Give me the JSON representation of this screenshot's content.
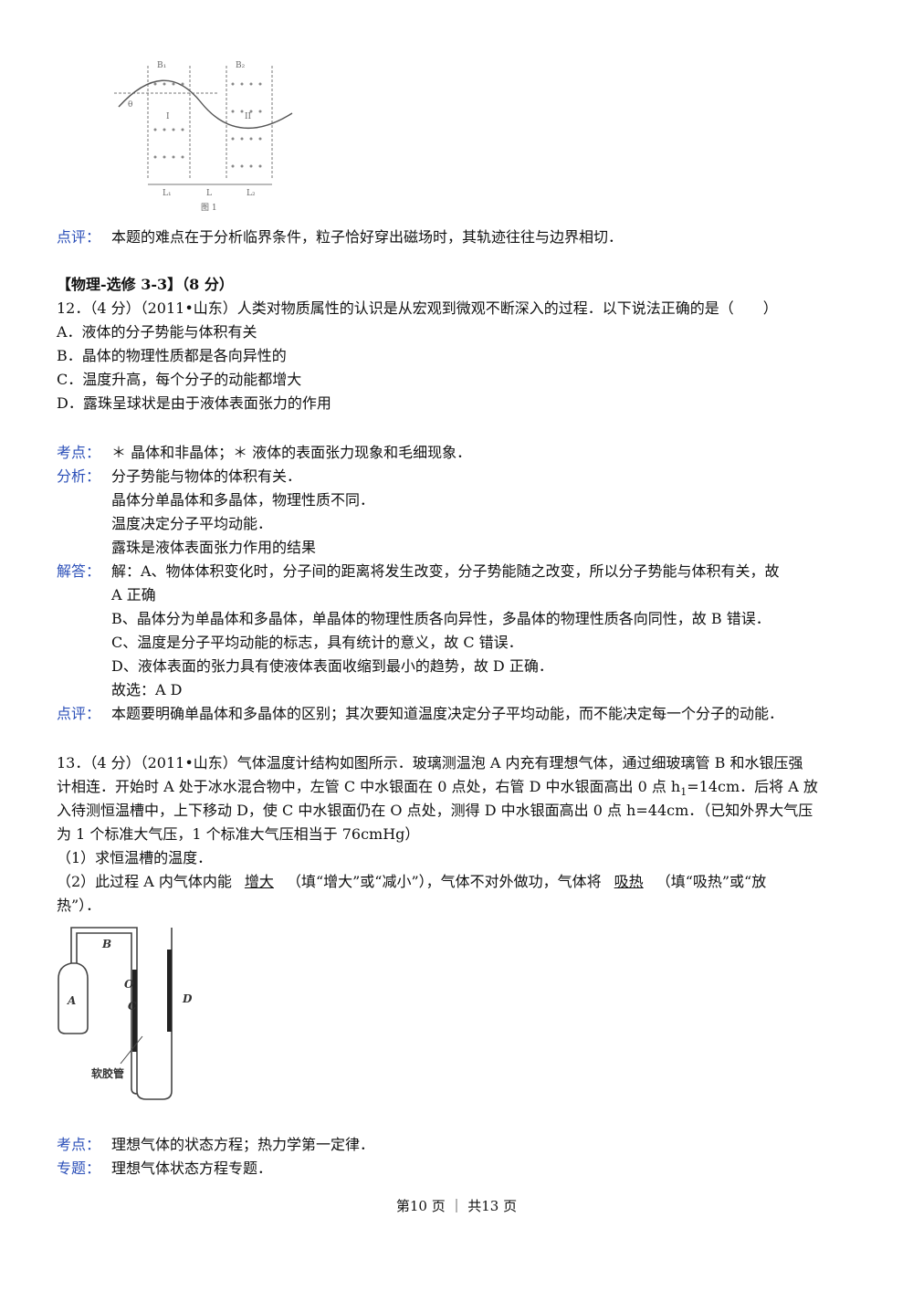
{
  "fig1": {
    "B1": "B₁",
    "B2": "B₂",
    "theta": "θ",
    "I": "I",
    "II": "II",
    "L1": "L₁",
    "L": "L",
    "L2": "L₂",
    "caption": "图 1"
  },
  "comment1": {
    "label": "点评：",
    "text": "本题的难点在于分析临界条件，粒子恰好穿出磁场时，其轨迹往往与边界相切．"
  },
  "section": "【物理-选修 3-3】（8 分）",
  "q12": {
    "stem": "12．（4 分）（2011•山东）人类对物质属性的认识是从宏观到微观不断深入的过程．以下说法正确的是（　　）",
    "options": [
      "A．液体的分子势能与体积有关",
      "B．晶体的物理性质都是各向异性的",
      "C．温度升高，每个分子的动能都增大",
      "D．露珠呈球状是由于液体表面张力的作用"
    ],
    "kaodian_label": "考点：",
    "kaodian": "＊ 晶体和非晶体；＊ 液体的表面张力现象和毛细现象．",
    "fenxi_label": "分析：",
    "fenxi": [
      "分子势能与物体的体积有关．",
      "晶体分单晶体和多晶体，物理性质不同．",
      "温度决定分子平均动能．",
      "露珠是液体表面张力作用的结果"
    ],
    "jieda_label": "解答：",
    "jieda": [
      "解：A、物体体积变化时，分子间的距离将发生改变，分子势能随之改变，所以分子势能与体积有关，故",
      "A 正确",
      "B、晶体分为单晶体和多晶体，单晶体的物理性质各向异性，多晶体的物理性质各向同性，故 B 错误．",
      "C、温度是分子平均动能的标志，具有统计的意义，故 C 错误．",
      "D、液体表面的张力具有使液体表面收缩到最小的趋势，故 D 正确．",
      "故选：A D"
    ],
    "dianping_label": "点评：",
    "dianping": "本题要明确单晶体和多晶体的区别；其次要知道温度决定分子平均动能，而不能决定每一个分子的动能．"
  },
  "q13": {
    "l1": "13．（4 分）（2011•山东）气体温度计结构如图所示．玻璃测温泡 A 内充有理想气体，通过细玻璃管 B 和水银压强",
    "l2a": "计相连．开始时 A 处于冰水混合物中，左管 C 中水银面在 0 点处，右管 D 中水银面高出 0 点 h",
    "l2sub": "1",
    "l2b": "=14cm．后将 A 放",
    "l3": "入待测恒温槽中，上下移动 D，使 C 中水银面仍在 O 点处，测得 D 中水银面高出 0 点 h=44cm．（已知外界大气压",
    "l4": "为 1 个标准大气压，1 个标准大气压相当于 76cmHg）",
    "p1": "（1）求恒温槽的温度．",
    "p2a": "（2）此过程 A 内气体内能",
    "p2ans1": "增大",
    "p2b": "（填“增大”或“减小”），气体不对外做功，气体将",
    "p2ans2": "吸热",
    "p2c": "（填“吸热”或“放",
    "p2d": "热”）．",
    "kaodian_label": "考点：",
    "kaodian": "理想气体的状态方程；热力学第一定律．",
    "zhuanti_label": "专题：",
    "zhuanti": "理想气体状态方程专题．"
  },
  "fig2": {
    "A": "A",
    "B": "B",
    "O": "O",
    "C": "C",
    "D": "D",
    "hose": "软胶管"
  },
  "footer": "第10 页 ｜ 共13 页"
}
